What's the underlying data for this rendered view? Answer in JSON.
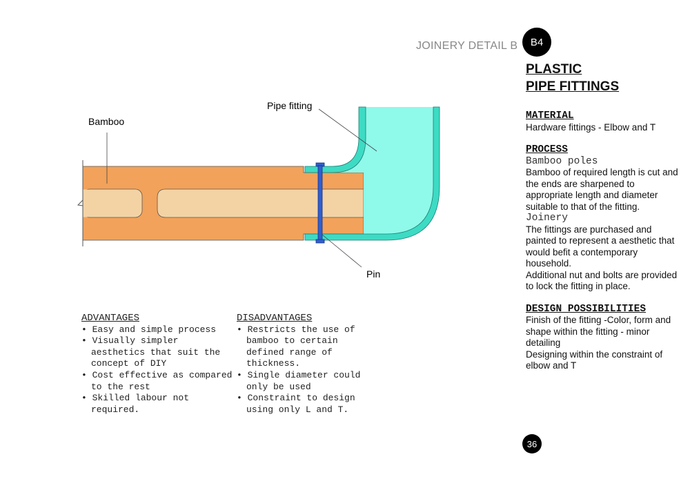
{
  "header": {
    "section": "JOINERY DETAIL B",
    "badge": "B4"
  },
  "title": {
    "line1": "PLASTIC",
    "line2": "PIPE FITTINGS"
  },
  "diagram": {
    "labels": {
      "bamboo": "Bamboo",
      "pipe_fitting": "Pipe fitting",
      "pin": "Pin"
    },
    "colors": {
      "bamboo": "#f2a25a",
      "core": "#f3d3a4",
      "fitting_wall": "#3ddbc4",
      "fitting_fill": "#8ff9ea",
      "pin": "#2f5fd0"
    }
  },
  "advantages": {
    "heading": "ADVANTAGES",
    "items": [
      "Easy and simple process",
      "Visually simpler aesthetics that suit the concept of DIY",
      "Cost effective as compared to the rest",
      "Skilled labour not required."
    ]
  },
  "disadvantages": {
    "heading": "DISADVANTAGES",
    "items": [
      "Restricts the use of bamboo to certain defined range of thickness.",
      "Single diameter could only be used",
      "Constraint to design using only L and T."
    ]
  },
  "material": {
    "heading": "MATERIAL",
    "text": "Hardware fittings - Elbow and T"
  },
  "process": {
    "heading": "PROCESS",
    "sub1": "Bamboo poles",
    "text1": "Bamboo of required length is cut and the ends are sharpened to appropriate length and diameter suitable to that of the fitting.",
    "sub2": "Joinery",
    "text2": "The fittings are purchased and painted to represent a aesthetic that would befit a contemporary household.",
    "text3": "Additional nut and bolts are provided to lock the fitting in place."
  },
  "design": {
    "heading": "DESIGN POSSIBILITIES",
    "text1": "Finish of the fitting -Color, form and shape within the fitting - minor detailing",
    "text2": "Designing within the constraint of elbow and T"
  },
  "page_number": "36"
}
